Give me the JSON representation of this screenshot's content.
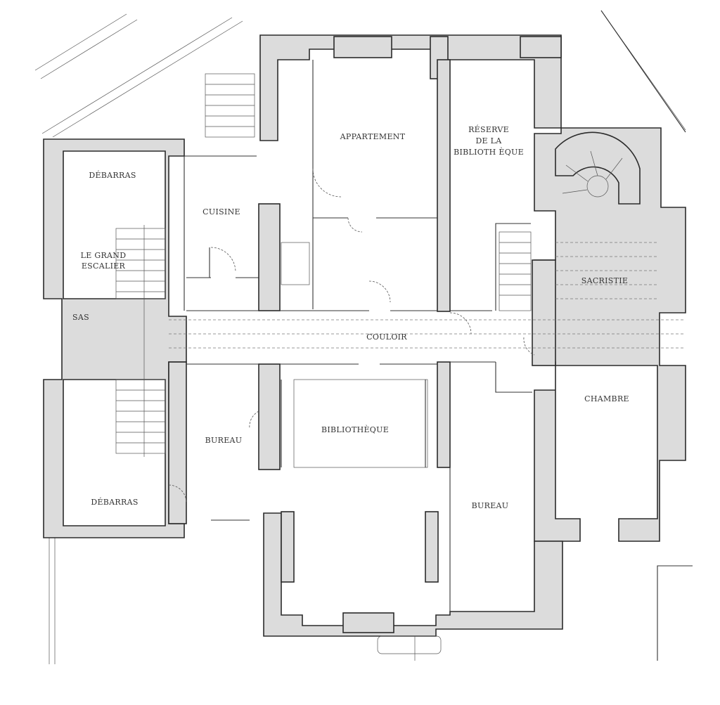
{
  "rooms": {
    "debarras_top": "DÉBARRAS",
    "grand_escalier_line1": "LE GRAND",
    "grand_escalier_line2": "ESCALIER",
    "sas": "SAS",
    "debarras_bottom": "DÉBARRAS",
    "cuisine": "CUISINE",
    "appartement": "APPARTEMENT",
    "reserve_line1": "RÉSERVE",
    "reserve_line2": "DE LA",
    "reserve_line3": "BIBLIOTH ÈQUE",
    "sacristie": "SACRISTIE",
    "couloir": "COULOIR",
    "bureau_left": "BUREAU",
    "bibliotheque": "BIBLIOTHÈQUE",
    "bureau_right": "BUREAU",
    "chambre": "CHAMBRE"
  },
  "colors": {
    "wall_fill": "#dcdcdc",
    "line": "#333333",
    "background": "#ffffff"
  }
}
